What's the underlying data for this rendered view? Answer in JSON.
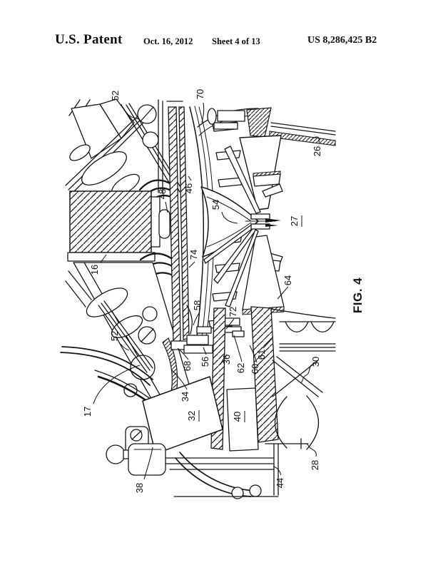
{
  "header": {
    "patent_label": "U.S. Patent",
    "date": "Oct. 16, 2012",
    "sheet": "Sheet 4 of 13",
    "patent_number": "US 8,286,425 B2"
  },
  "figure": {
    "caption": "FIG. 4",
    "orientation": "rotated-90",
    "labels": [
      {
        "text": "52",
        "underlined": false
      },
      {
        "text": "70",
        "underlined": false
      },
      {
        "text": "26",
        "underlined": false
      },
      {
        "text": "48",
        "underlined": false
      },
      {
        "text": "46",
        "underlined": false
      },
      {
        "text": "54",
        "underlined": false
      },
      {
        "text": "27",
        "underlined": true
      },
      {
        "text": "16",
        "underlined": false
      },
      {
        "text": "74",
        "underlined": false
      },
      {
        "text": "64",
        "underlined": false
      },
      {
        "text": "58",
        "underlined": false
      },
      {
        "text": "72",
        "underlined": false
      },
      {
        "text": "52",
        "underlined": false
      },
      {
        "text": "68",
        "underlined": false
      },
      {
        "text": "56",
        "underlined": false
      },
      {
        "text": "36",
        "underlined": false
      },
      {
        "text": "62",
        "underlined": false
      },
      {
        "text": "60",
        "underlined": false
      },
      {
        "text": "61",
        "underlined": false
      },
      {
        "text": "30",
        "underlined": false
      },
      {
        "text": "17",
        "underlined": false
      },
      {
        "text": "34",
        "underlined": false
      },
      {
        "text": "32",
        "underlined": true
      },
      {
        "text": "40",
        "underlined": true
      },
      {
        "text": "38",
        "underlined": false
      },
      {
        "text": "44",
        "underlined": false
      },
      {
        "text": "28",
        "underlined": false
      }
    ]
  }
}
